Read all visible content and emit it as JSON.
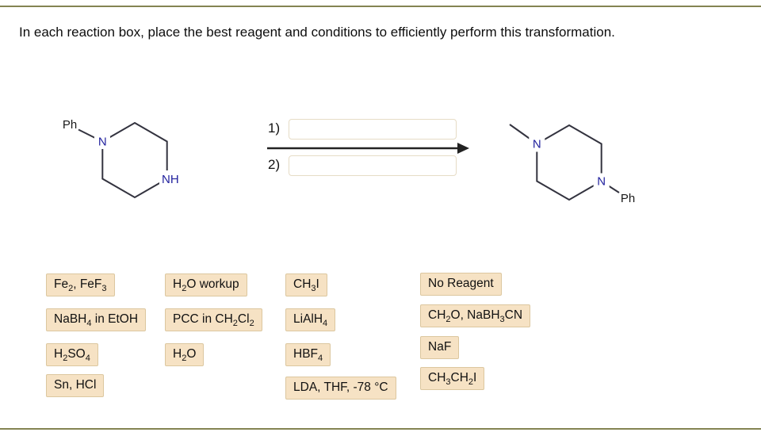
{
  "page": {
    "title": "In each reaction box, place the best reagent and conditions to efficiently perform this transformation."
  },
  "reaction": {
    "step1_label": "1)",
    "step2_label": "2)",
    "step1_value": "",
    "step2_value": "",
    "reactant": {
      "substituent": "Ph",
      "n1": "N",
      "n2": "NH"
    },
    "product": {
      "methyl": "",
      "n1": "N",
      "n2": "N",
      "substituent": "Ph"
    }
  },
  "reagents": {
    "items": [
      "Fe2, FeF3",
      "NaBH4 in EtOH",
      "H2SO4",
      "Sn, HCl",
      "H2O workup",
      "PCC in CH2Cl2",
      "H2O",
      "CH3I",
      "LiAlH4",
      "HBF4",
      "LDA, THF, -78 °C",
      "No Reagent",
      "CH2O, NaBH3CN",
      "NaF",
      "CH3CH2I"
    ]
  },
  "colors": {
    "rule_color": "#848452",
    "tile_bg": "#f6e2c4",
    "tile_border": "#dcc79f"
  }
}
